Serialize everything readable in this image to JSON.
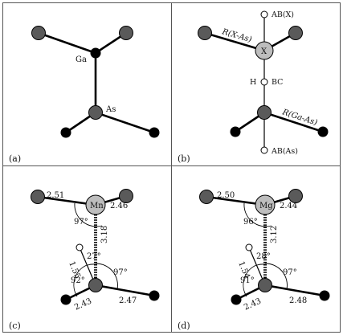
{
  "colors": {
    "grey_atom": "#5a5a5a",
    "black_atom": "#000000",
    "light_atom": "#bdbdbd",
    "white_site": "#ffffff",
    "frame": "#555555"
  },
  "panels": {
    "a": {
      "label": "(a)",
      "ga_label": "Ga",
      "as_label": "As"
    },
    "b": {
      "label": "(b)",
      "x_label": "X",
      "ab_x": "AB(X)",
      "h_label": "H",
      "bc_label": "BC",
      "ab_as": "AB(As)",
      "r_x_as": "R(X-As)",
      "r_ga_as": "R(Ga-As)"
    },
    "c": {
      "label": "(c)",
      "atom_label": "Mn",
      "bond_left": "2.51",
      "bond_right": "2.46",
      "angle_top": "97°",
      "dotted_length": "3.18",
      "angle_h": "27°",
      "h_bond": "1.55",
      "angle_left": "92°",
      "angle_right": "97°",
      "as_bond_left": "2.43",
      "as_bond_right": "2.47"
    },
    "d": {
      "label": "(d)",
      "atom_label": "Mg",
      "bond_left": "2.50",
      "bond_right": "2.44",
      "angle_top": "96°",
      "dotted_length": "3.12",
      "angle_h": "28°",
      "h_bond": "1.54",
      "angle_left": "91°",
      "angle_right": "97°",
      "as_bond_left": "2.43",
      "as_bond_right": "2.48"
    }
  }
}
